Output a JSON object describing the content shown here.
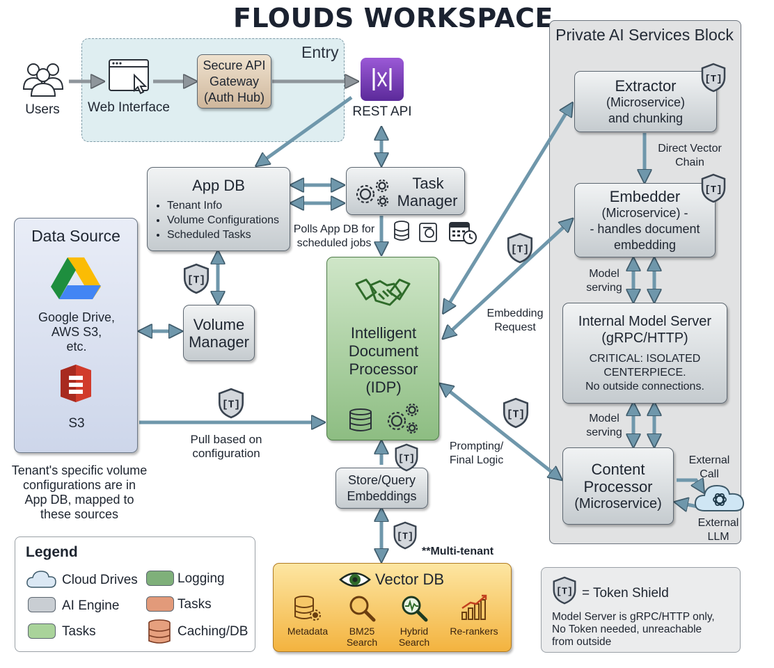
{
  "title": "FLOUDS WORKSPACE",
  "entry": {
    "label": "Entry",
    "users": "Users",
    "web_interface": "Web Interface",
    "gateway": [
      "Secure API",
      "Gateway",
      "(Auth Hub)"
    ],
    "rest_api": "REST API"
  },
  "app_db": {
    "title": "App DB",
    "items": [
      "Tenant Info",
      "Volume Configurations",
      "Scheduled Tasks"
    ]
  },
  "task_manager": [
    "Task",
    "Manager"
  ],
  "polls_note": [
    "Polls App DB for",
    "scheduled jobs"
  ],
  "data_source": {
    "title": "Data Source",
    "providers": [
      "Google Drive,",
      "AWS S3,",
      "etc."
    ],
    "s3": "S3",
    "note": [
      "Tenant's specific volume",
      "configurations are in",
      "App DB, mapped to",
      "these sources"
    ]
  },
  "volume_manager": [
    "Volume",
    "Manager"
  ],
  "pull_note": [
    "Pull based on",
    "configuration"
  ],
  "idp": [
    "Intelligent",
    "Document",
    "Processor",
    "(IDP)"
  ],
  "store_query": [
    "Store/Query",
    "Embeddings"
  ],
  "multi_tenant": "**Multi-tenant",
  "vector_db": {
    "title": "Vector DB",
    "items": [
      {
        "label": [
          "Metadata"
        ],
        "icon": "database-gear-icon"
      },
      {
        "label": [
          "BM25",
          "Search"
        ],
        "icon": "magnifier-icon"
      },
      {
        "label": [
          "Hybrid",
          "Search"
        ],
        "icon": "hybrid-search-icon"
      },
      {
        "label": [
          "Re-rankers"
        ],
        "icon": "bar-chart-icon"
      }
    ]
  },
  "edge_labels": {
    "embedding_request": [
      "Embedding",
      "Request"
    ],
    "prompting": [
      "Prompting/",
      "Final Logic"
    ],
    "direct_vector": [
      "Direct Vector",
      "Chain"
    ],
    "model_serving": [
      "Model",
      "serving"
    ],
    "external_call": [
      "External",
      "Call"
    ],
    "external_llm": [
      "External",
      "LLM"
    ]
  },
  "services": {
    "label": "Private AI Services Block",
    "extractor": [
      "Extractor",
      "(Microservice)",
      "and chunking"
    ],
    "embedder": [
      "Embedder",
      "(Microservice) -",
      "- handles document",
      "embedding"
    ],
    "model_server": {
      "title": [
        "Internal Model Server",
        "(gRPC/HTTP)"
      ],
      "note": [
        "CRITICAL: ISOLATED",
        "CENTERPIECE.",
        "No outside connections."
      ]
    },
    "content_processor": [
      "Content",
      "Processor",
      "(Microservice)"
    ]
  },
  "shield_text": "[T]",
  "legend": {
    "title": "Legend",
    "items": [
      {
        "label": "Cloud Drives",
        "swatch": "cloud"
      },
      {
        "label": "Logging",
        "swatch": "#7fb07a"
      },
      {
        "label": "AI Engine",
        "swatch": "#c9ced3"
      },
      {
        "label": "Tasks",
        "swatch": "#e29a7a"
      },
      {
        "label": "Tasks",
        "swatch": "#a9d39a"
      },
      {
        "label": "Caching/DB",
        "swatch": "db"
      }
    ]
  },
  "token_note": {
    "shield_label": "= Token Shield",
    "text": [
      "Model Server is gRPC/HTTP only,",
      "No Token needed, unreachable",
      "from outside"
    ]
  },
  "colors": {
    "arrow": "#6f97ab",
    "google_drive": [
      "#1e8e3e",
      "#fbbc04",
      "#4285f4"
    ],
    "s3": "#d13b2b",
    "rest_api": "#7b3fbf"
  }
}
